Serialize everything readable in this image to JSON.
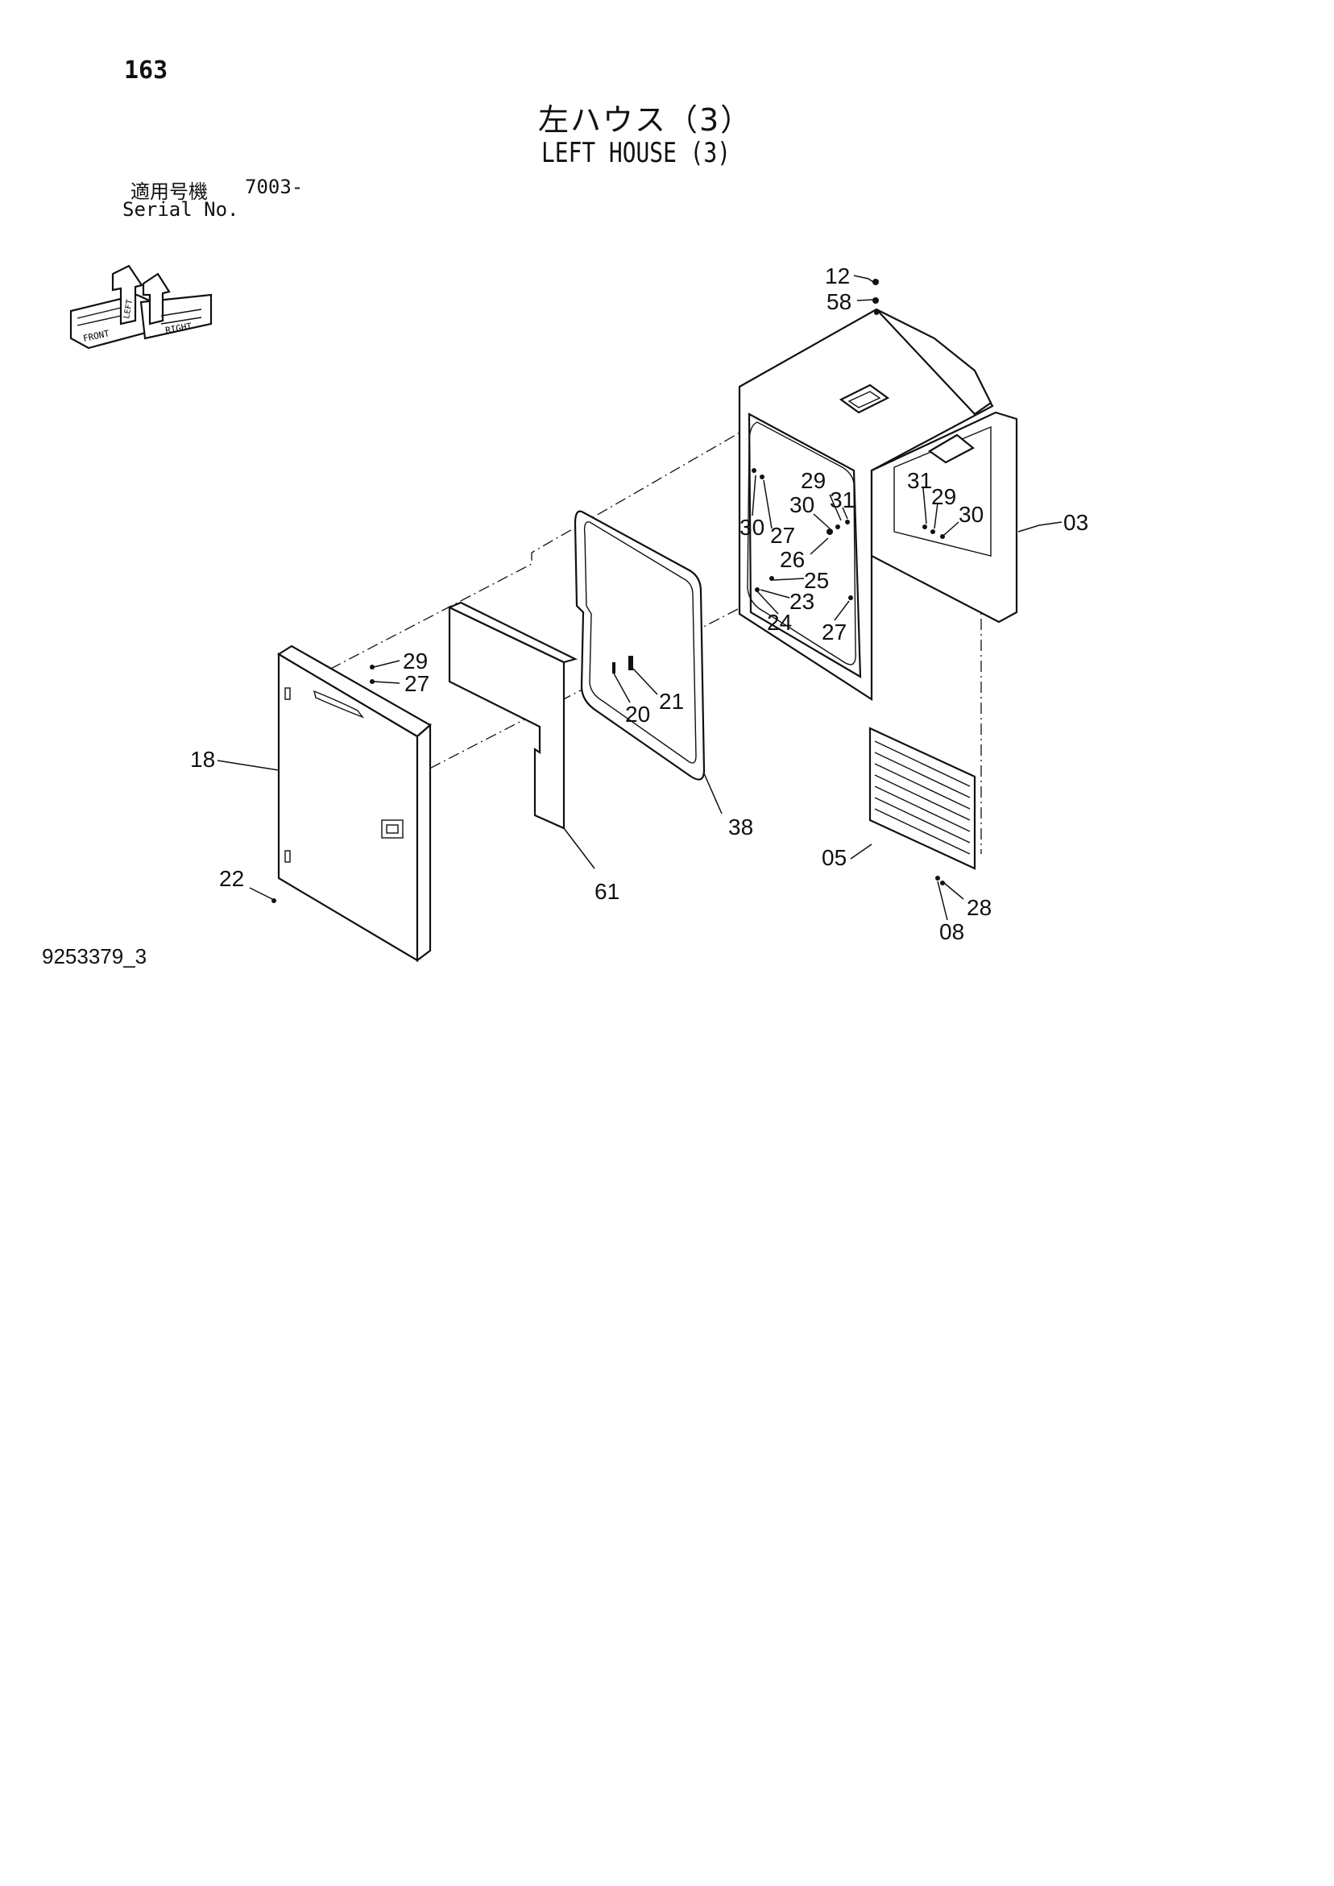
{
  "header": {
    "page_number": "163",
    "title_jp": "左ハウス（3）",
    "title_en": "LEFT HOUSE (3)",
    "serial_label_jp": "適用号機",
    "serial_value": "7003-",
    "serial_label_en": "Serial No."
  },
  "orientation_icon": {
    "icon": "direction-arrows-icon",
    "labels": [
      "FRONT",
      "LEFT",
      "RIGHT"
    ]
  },
  "callouts": {
    "c12": "12",
    "c58": "58",
    "c03": "03",
    "c29a": "29",
    "c30a": "30",
    "c31a": "31",
    "c30b": "30",
    "c27a": "27",
    "c26": "26",
    "c25": "25",
    "c23": "23",
    "c24": "24",
    "c27b": "27",
    "c31b": "31",
    "c29b": "29",
    "c30c": "30",
    "c29c": "29",
    "c27c": "27",
    "c18": "18",
    "c22": "22",
    "c20": "20",
    "c21": "21",
    "c38": "38",
    "c61": "61",
    "c05": "05",
    "c28": "28",
    "c08": "08"
  },
  "footer": {
    "drawing_number": "9253379_3"
  }
}
